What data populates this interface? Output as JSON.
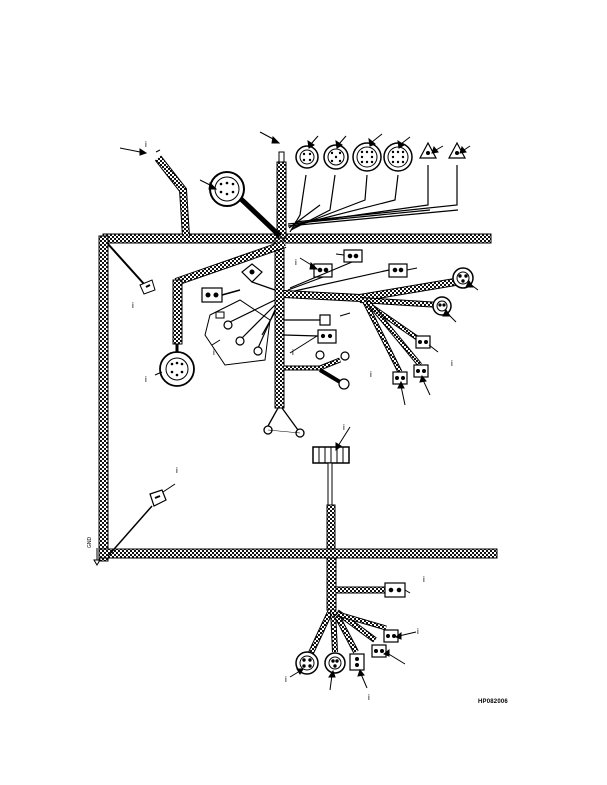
{
  "diagram": {
    "reference_id": "HP082006",
    "callout_marks": [
      "i",
      "i",
      "i",
      "i",
      "i",
      "i",
      "i",
      "i",
      "i",
      "i",
      "i",
      "i",
      "i",
      "i"
    ],
    "ground_label": "GND",
    "harness_color": "#000000",
    "background_color": "#ffffff"
  }
}
